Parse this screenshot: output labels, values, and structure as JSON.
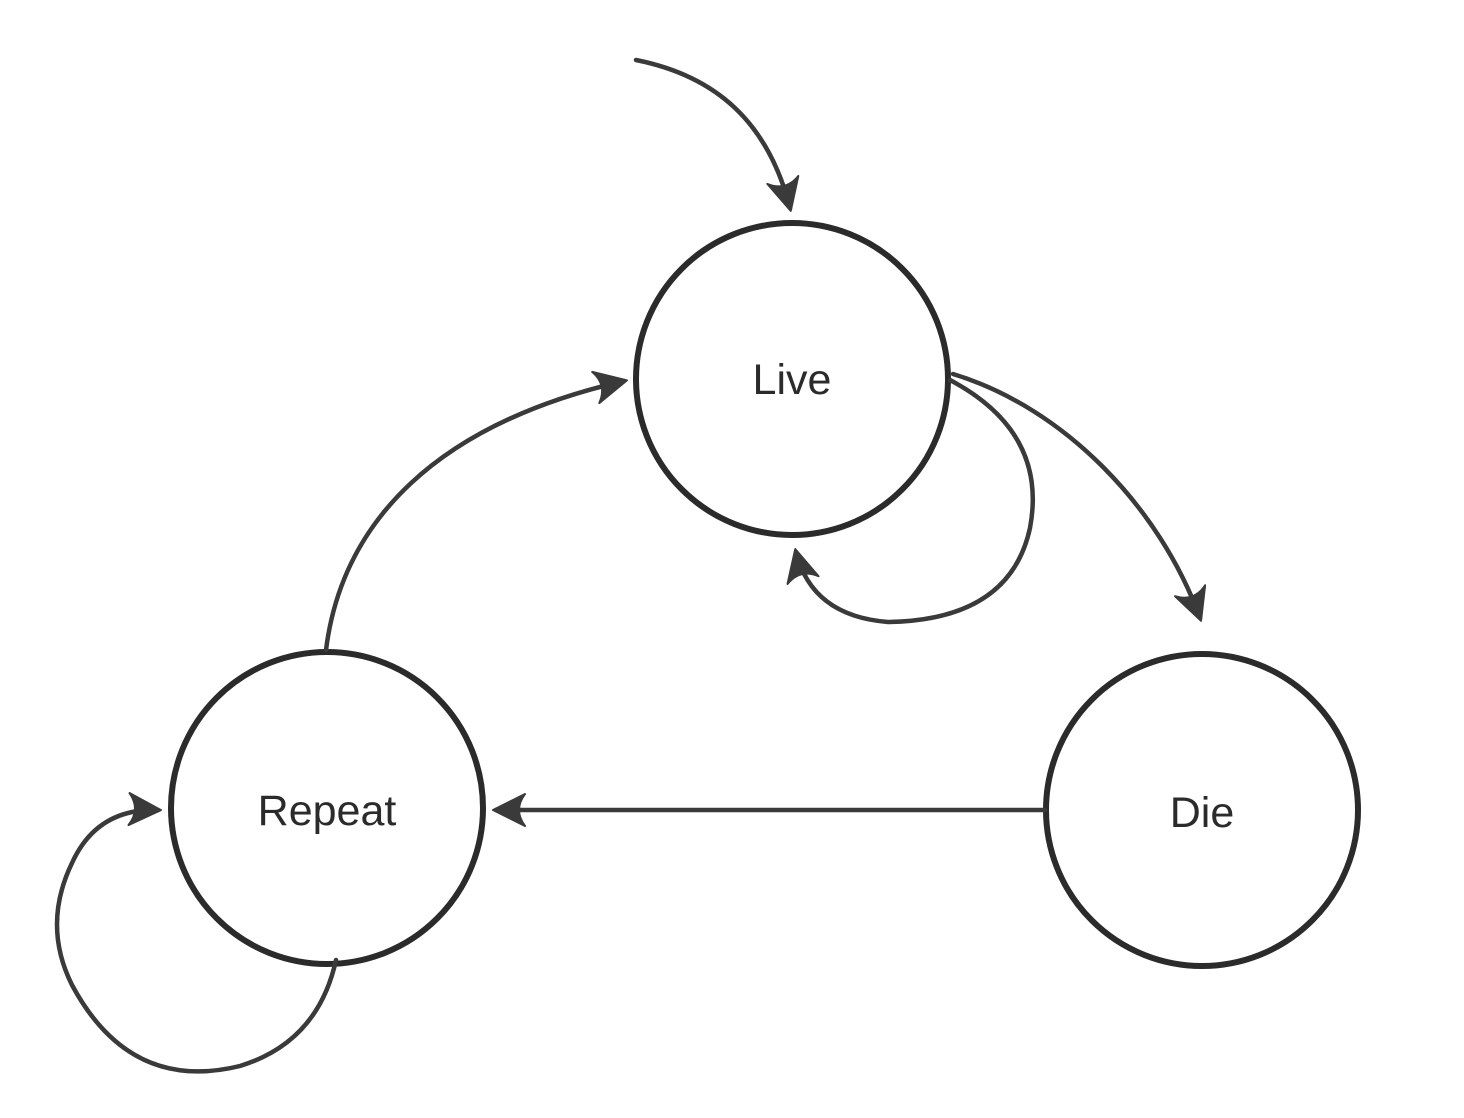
{
  "diagram": {
    "type": "state-diagram",
    "background_color": "#ffffff",
    "node_stroke_color": "#2b2b2b",
    "edge_color": "#3a3a3a",
    "text_color": "#2b2b2b",
    "nodes": [
      {
        "id": "live",
        "label": "Live"
      },
      {
        "id": "repeat",
        "label": "Repeat"
      },
      {
        "id": "die",
        "label": "Die"
      }
    ],
    "edges": [
      {
        "from": "start",
        "to": "live",
        "type": "initial-entry"
      },
      {
        "from": "repeat",
        "to": "live",
        "type": "transition"
      },
      {
        "from": "live",
        "to": "live",
        "type": "self-loop"
      },
      {
        "from": "live",
        "to": "die",
        "type": "transition"
      },
      {
        "from": "die",
        "to": "repeat",
        "type": "transition"
      },
      {
        "from": "repeat",
        "to": "repeat",
        "type": "self-loop"
      }
    ]
  }
}
